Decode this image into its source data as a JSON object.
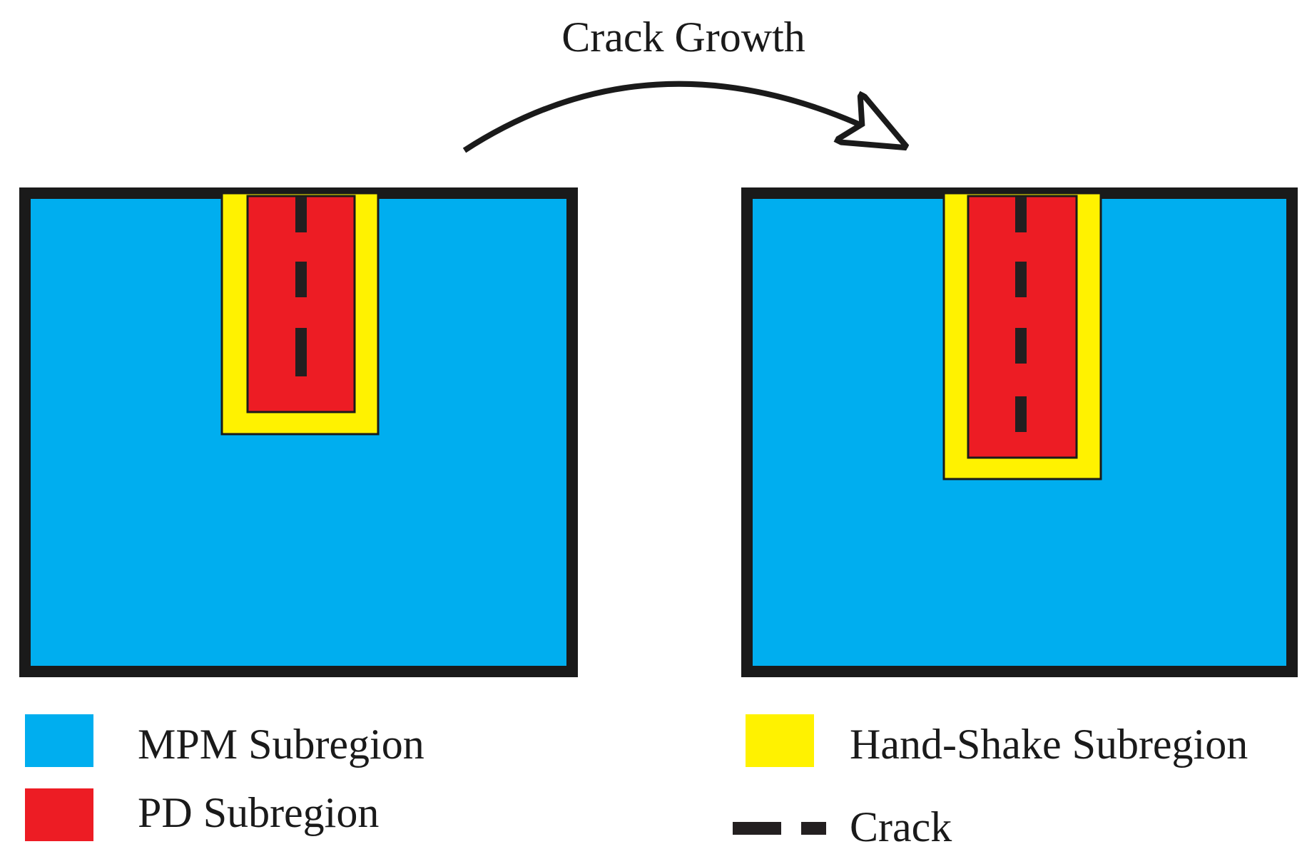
{
  "title": "Crack Growth",
  "colors": {
    "mpm": "#00AEEF",
    "pd": "#ED1C24",
    "handshake": "#FFF200",
    "border": "#1a1a1a",
    "crack": "#231F20"
  },
  "legend": {
    "mpm": "MPM Subregion",
    "pd": "PD Subregion",
    "handshake": "Hand-Shake Subregion",
    "crack": "Crack"
  }
}
